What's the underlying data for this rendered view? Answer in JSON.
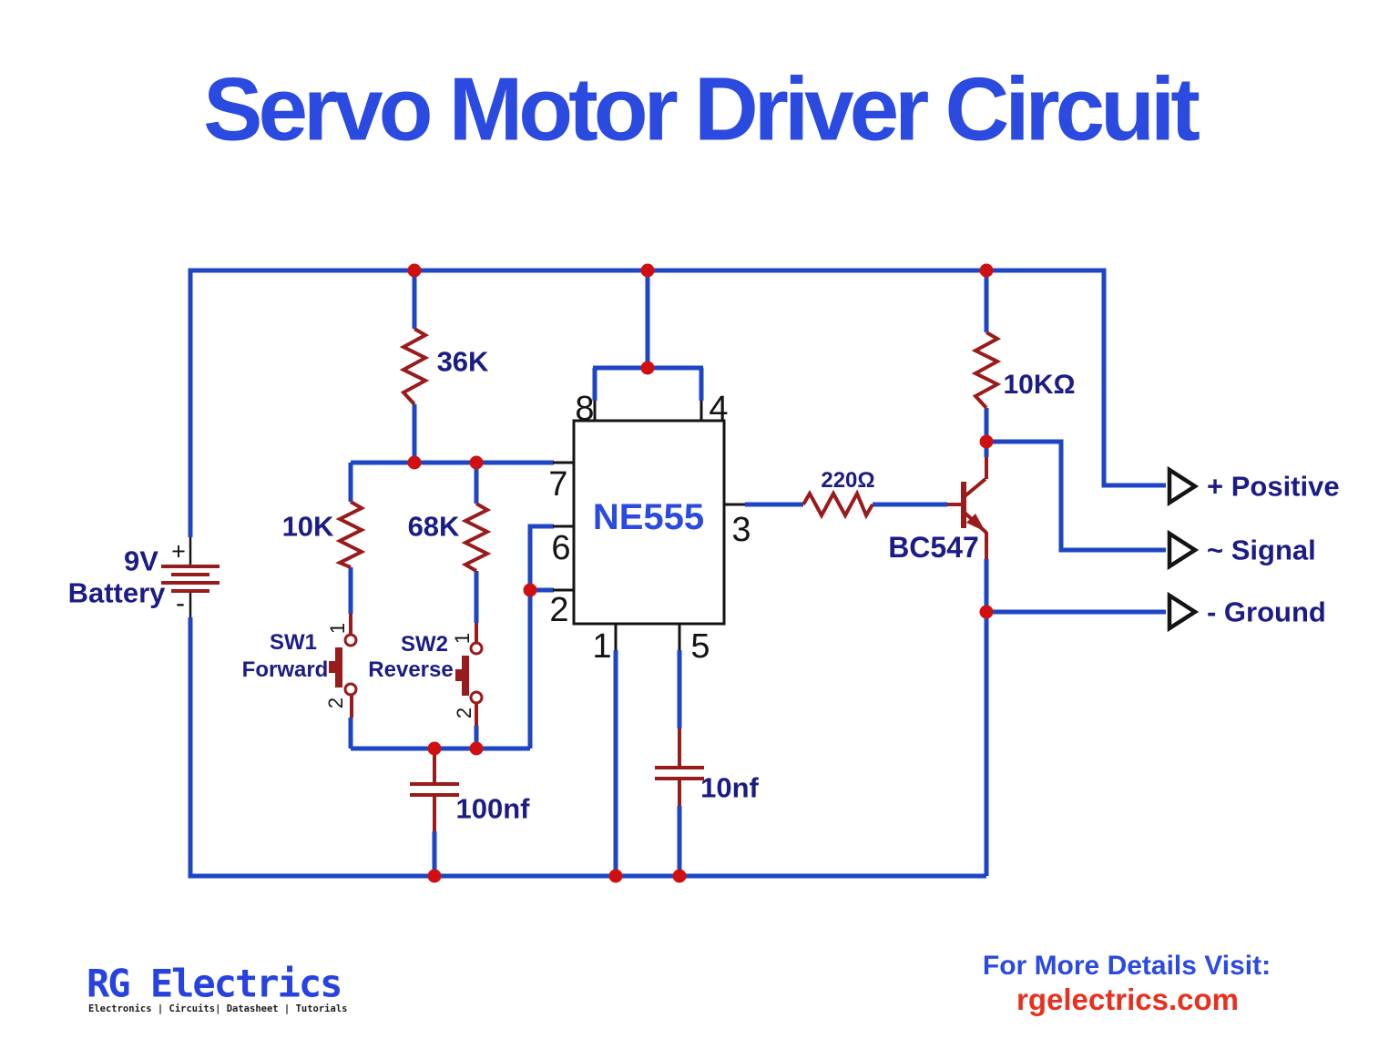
{
  "title": "Servo Motor Driver Circuit",
  "colors": {
    "wire": "#1E46C4",
    "comp": "#9A1B1B",
    "dot": "#D01010",
    "black": "#141414",
    "label": "#1B1C86",
    "accent": "#2B4ADF",
    "red": "#E8301E",
    "logo": "#2742E0"
  },
  "labels": {
    "r36k": "36K",
    "r10k": "10K",
    "r68k": "68K",
    "r10kohm": "10KΩ",
    "r220": "220Ω",
    "c100nf": "100nf",
    "c10nf": "10nf",
    "ic": "NE555",
    "transistor": "BC547"
  },
  "battery": {
    "line1": "9V",
    "line2": "Battery",
    "plus": "+",
    "minus": "-"
  },
  "switches": {
    "sw1": {
      "name": "SW1",
      "mode": "Forward",
      "pin1": "1",
      "pin2": "2"
    },
    "sw2": {
      "name": "SW2",
      "mode": "Reverse",
      "pin1": "1",
      "pin2": "2"
    }
  },
  "pins": {
    "p1": "1",
    "p2": "2",
    "p3": "3",
    "p4": "4",
    "p5": "5",
    "p6": "6",
    "p7": "7",
    "p8": "8"
  },
  "outputs": {
    "positive": "+ Positive",
    "signal": "~ Signal",
    "ground": "- Ground"
  },
  "footer": {
    "visit": "For More Details Visit:",
    "site": "rgelectrics.com"
  },
  "logo": {
    "name": "RG Electrics",
    "tagline": "Electronics | Circuits| Datasheet | Tutorials"
  }
}
